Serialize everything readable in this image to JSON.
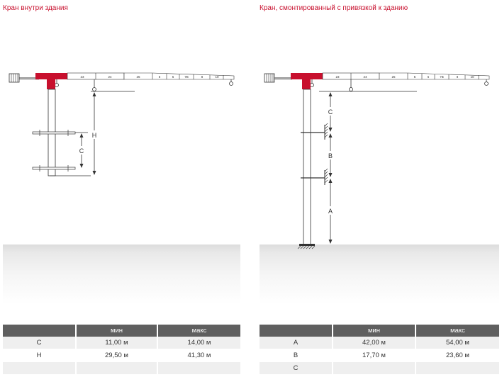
{
  "left": {
    "title": "Кран  внутри здания",
    "jib_sections": [
      "23",
      "24",
      "25",
      "5",
      "6",
      "7B",
      "8",
      "10"
    ],
    "dim_h": "H",
    "dim_c": "C",
    "table": {
      "headers": [
        "",
        "мин",
        "макс"
      ],
      "rows": [
        [
          "C",
          "11,00 м",
          "14,00 м"
        ],
        [
          "H",
          "29,50 м",
          "41,30 м"
        ],
        [
          "",
          "",
          ""
        ]
      ]
    }
  },
  "right": {
    "title": "Кран, смонтированный с привязкой к зданию",
    "jib_sections": [
      "23",
      "24",
      "25",
      "5",
      "6",
      "7B",
      "8",
      "10"
    ],
    "dim_c": "C",
    "dim_b": "B",
    "dim_a": "A",
    "table": {
      "headers": [
        "",
        "мин",
        "макс"
      ],
      "rows": [
        [
          "A",
          "42,00 м",
          "54,00 м"
        ],
        [
          "B",
          "17,70 м",
          "23,60 м"
        ],
        [
          "C",
          "",
          ""
        ]
      ]
    }
  },
  "colors": {
    "accent": "#c8102e",
    "table_header": "#5f5f5f"
  }
}
